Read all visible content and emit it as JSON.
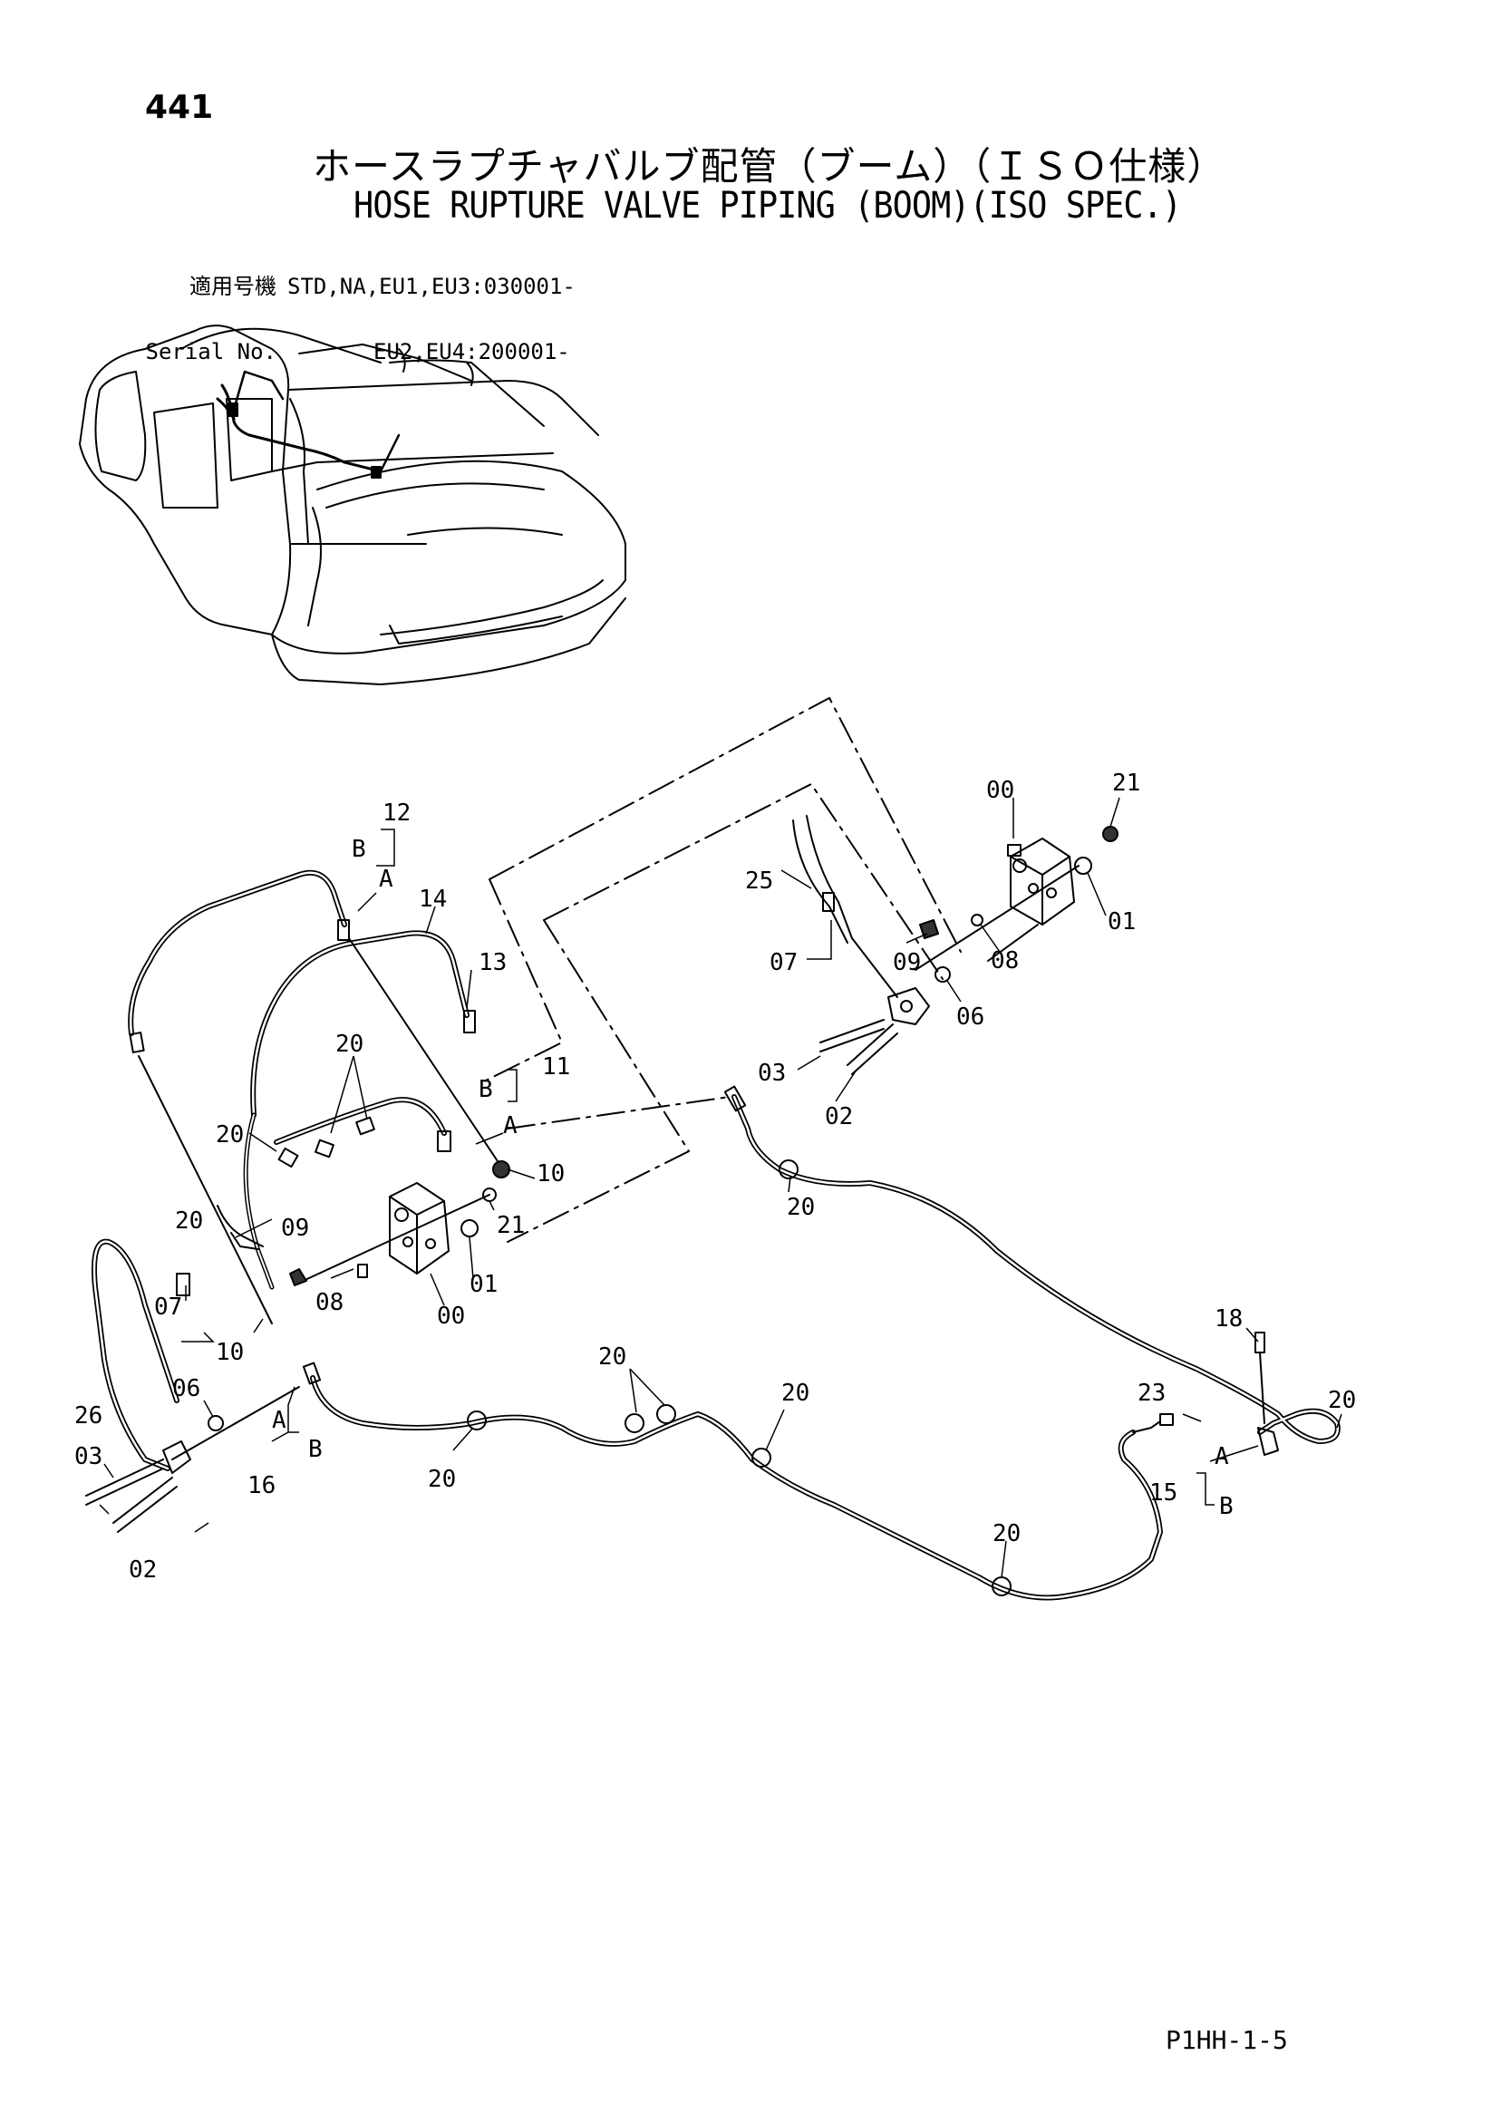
{
  "header": {
    "page_number": "441",
    "title_jp": "ホースラプチャバルブ配管（ブーム）（ＩＳＯ仕様）",
    "title_en": "HOSE RUPTURE VALVE PIPING (BOOM)(ISO SPEC.)",
    "serial_label_jp": "適用号機",
    "serial_label_en": "Serial No.",
    "serial_line_1": "STD,NA,EU1,EU3:030001-",
    "serial_line_2": "EU2,EU4:200001-"
  },
  "footer": {
    "doc_code": "P1HH-1-5"
  },
  "callouts": {
    "c00a": "00",
    "c21a": "21",
    "c01a": "01",
    "c25": "25",
    "c08a": "08",
    "c07a": "07",
    "c09a": "09",
    "c06a": "06",
    "c03a": "03",
    "c02a": "02",
    "c12": "12",
    "cB12": "B",
    "cA12": "A",
    "c14": "14",
    "c13": "13",
    "c20a": "20",
    "c11": "11",
    "cB11": "B",
    "cA11": "A",
    "c10a": "10",
    "c20b": "20",
    "c21b": "21",
    "c20c": "20",
    "c09b": "09",
    "c01b": "01",
    "c08b": "08",
    "c00b": "00",
    "c07b": "07",
    "c10b": "10",
    "c20d": "20",
    "c26": "26",
    "c06b": "06",
    "c03b": "03",
    "c02b": "02",
    "cA16": "A",
    "cB16": "B",
    "c16": "16",
    "c20e": "20",
    "c20f": "20",
    "c20g": "20",
    "c20h": "20",
    "c18": "18",
    "c23": "23",
    "c20i": "20",
    "cA15": "A",
    "c15": "15",
    "cB15": "B"
  }
}
